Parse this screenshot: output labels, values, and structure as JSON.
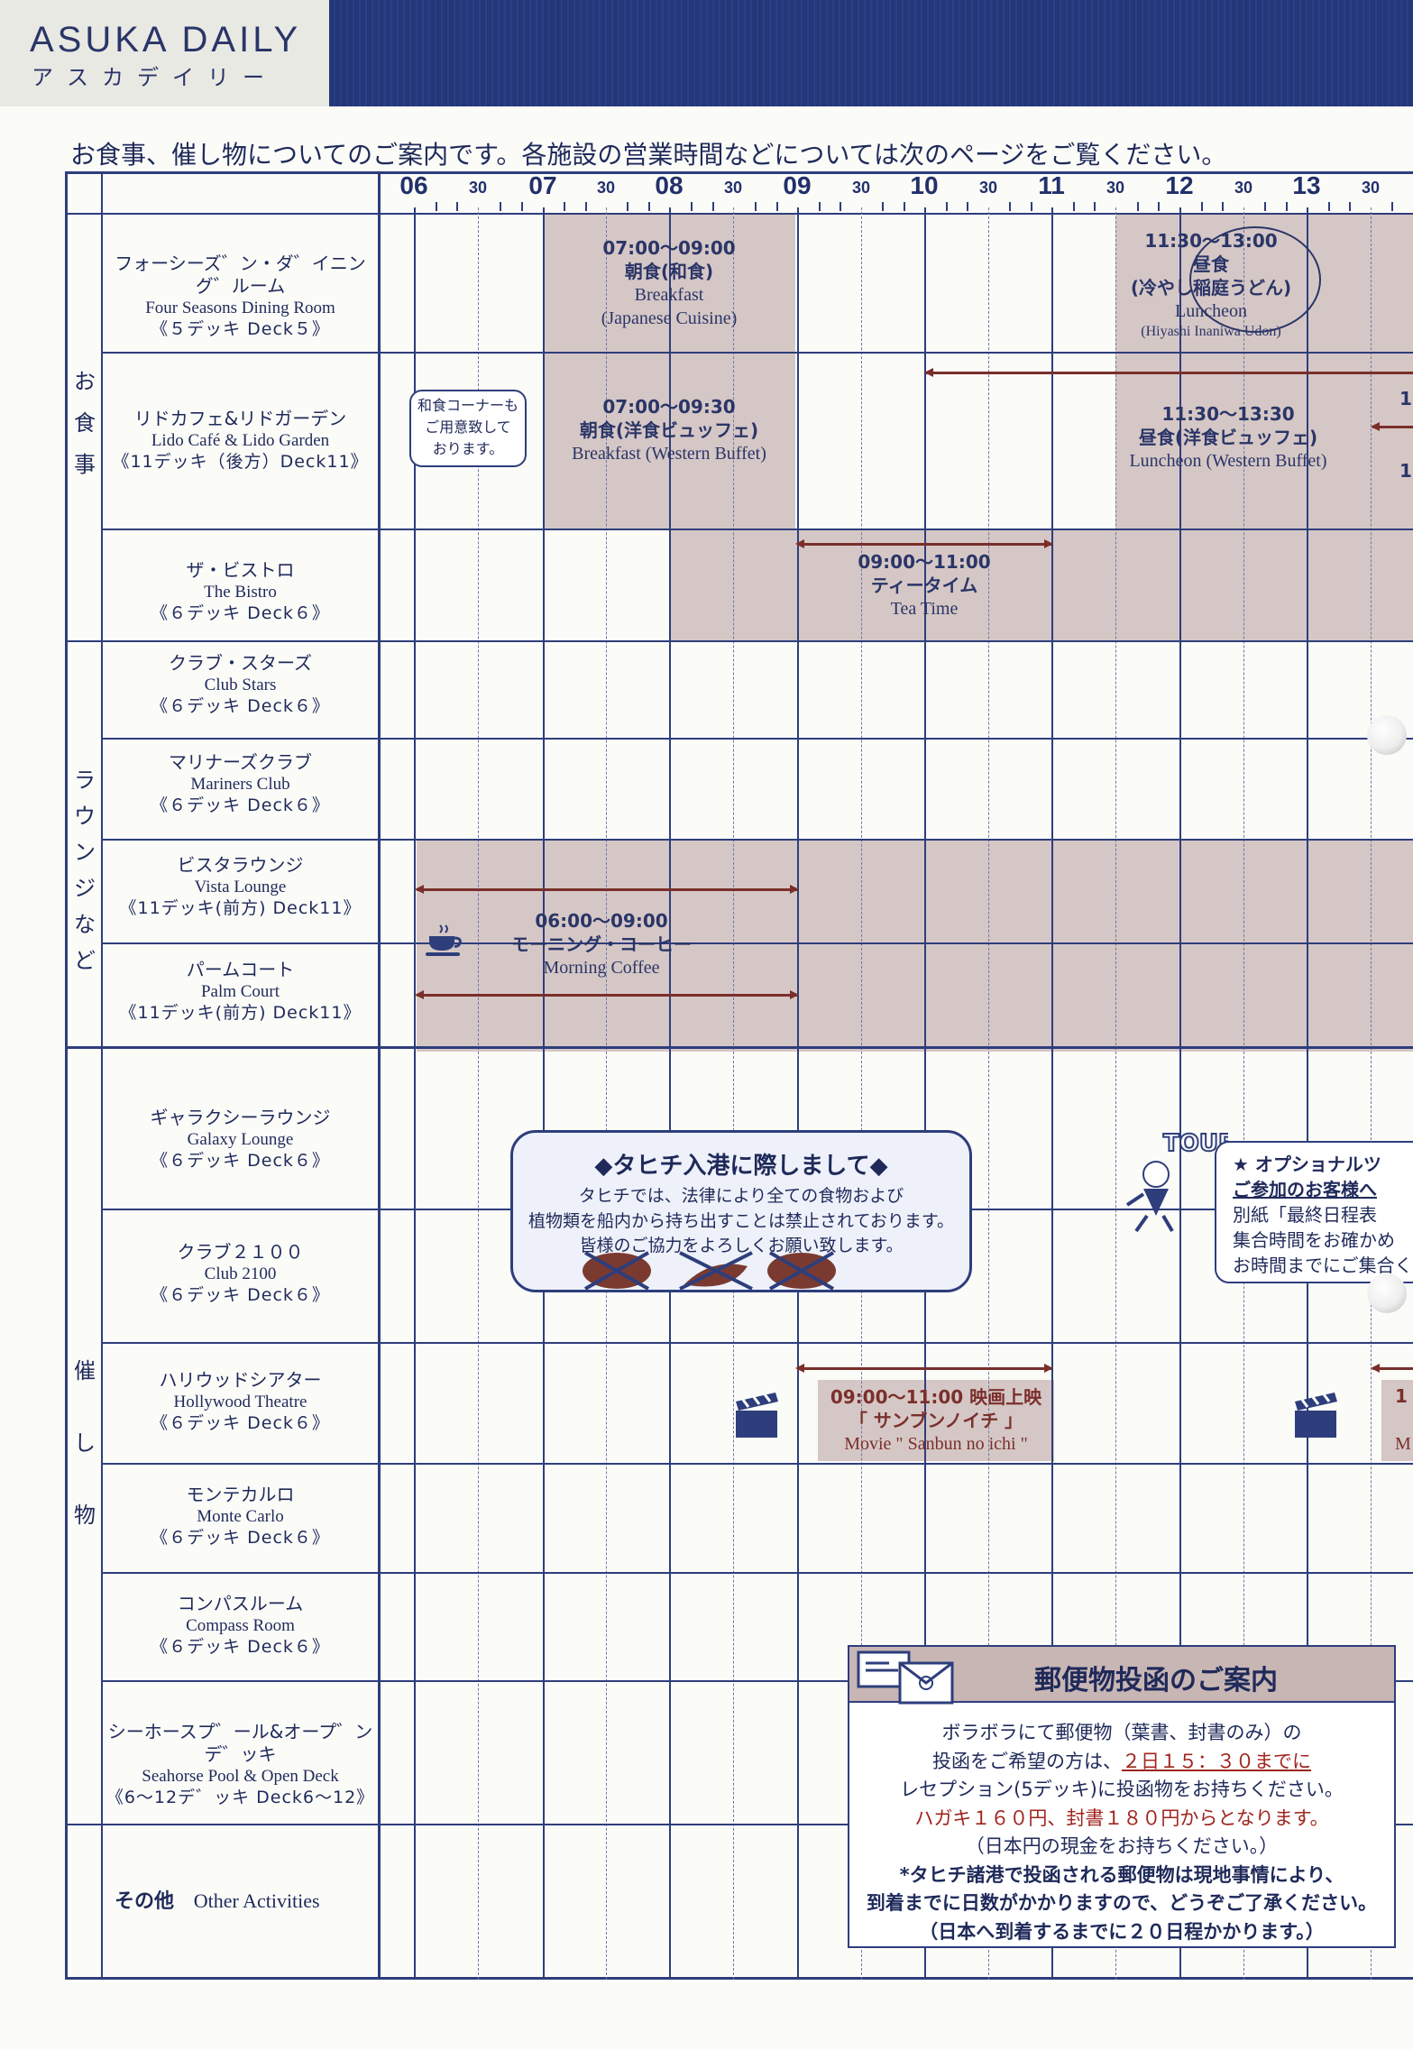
{
  "header": {
    "title": "ASUKA DAILY",
    "subtitle": "アスカデイリー"
  },
  "intro": "お食事、催し物についてのご案内です。各施設の営業時間などについては次のページをご覧ください。",
  "timeline": {
    "hours": [
      "06",
      "07",
      "08",
      "09",
      "10",
      "11",
      "12",
      "13"
    ],
    "half_label": "30"
  },
  "categories": {
    "dining": [
      "お",
      "食",
      "事"
    ],
    "lounge": [
      "ラ",
      "ウ",
      "ン",
      "ジ",
      "な",
      "ど"
    ],
    "events": [
      "催",
      "し",
      "物"
    ]
  },
  "venues": [
    {
      "jp": "フォーシーズ゛ン・ダ゛イニング゛ルーム",
      "en": "Four Seasons Dining Room",
      "deck": "《５デッキ Deck５》"
    },
    {
      "jp": "リドカフェ&リドガーデン",
      "en": "Lido Café & Lido Garden",
      "deck": "《11デッキ（後方）Deck11》"
    },
    {
      "jp": "ザ・ビストロ",
      "en": "The Bistro",
      "deck": "《６デッキ Deck６》"
    },
    {
      "jp": "クラブ・スターズ",
      "en": "Club Stars",
      "deck": "《６デッキ Deck６》"
    },
    {
      "jp": "マリナーズクラブ",
      "en": "Mariners Club",
      "deck": "《６デッキ Deck６》"
    },
    {
      "jp": "ビスタラウンジ",
      "en": "Vista Lounge",
      "deck": "《11デッキ(前方) Deck11》"
    },
    {
      "jp": "パームコート",
      "en": "Palm Court",
      "deck": "《11デッキ(前方) Deck11》"
    },
    {
      "jp": "ギャラクシーラウンジ",
      "en": "Galaxy Lounge",
      "deck": "《６デッキ Deck６》"
    },
    {
      "jp": "クラブ２１００",
      "en": "Club 2100",
      "deck": "《６デッキ Deck６》"
    },
    {
      "jp": "ハリウッドシアター",
      "en": "Hollywood Theatre",
      "deck": "《６デッキ Deck６》"
    },
    {
      "jp": "モンテカルロ",
      "en": "Monte Carlo",
      "deck": "《６デッキ Deck６》"
    },
    {
      "jp": "コンパスルーム",
      "en": "Compass Room",
      "deck": "《６デッキ Deck６》"
    },
    {
      "jp": "シーホースプ゛ール&オープ゛ンデ゛ッキ",
      "en": "Seahorse Pool & Open Deck",
      "deck": "《6～12デ゛ッキ Deck6～12》"
    }
  ],
  "other": {
    "jp": "その他",
    "en": "Other Activities"
  },
  "events": {
    "fs_breakfast": {
      "time": "07:00～09:00",
      "jp": "朝食(和食)",
      "en1": "Breakfast",
      "en2": "(Japanese Cuisine)"
    },
    "fs_lunch": {
      "time": "11:30～13:00",
      "jp1": "昼食",
      "jp2": "(冷やし稲庭うどん)",
      "en1": "Luncheon",
      "en2": "(Hiyashi Inaniwa Udon)"
    },
    "lido_note": [
      "和食コーナーも",
      "ご用意致して",
      "おります。"
    ],
    "lido_breakfast": {
      "time": "07:00～09:30",
      "jp": "朝食(洋食ビュッフェ)",
      "en": "Breakfast (Western Buffet)"
    },
    "lido_lunch": {
      "time": "11:30～13:30",
      "jp": "昼食(洋食ビュッフェ)",
      "en": "Luncheon (Western Buffet)"
    },
    "lido_cut1": "1",
    "lido_cut2": "1",
    "bistro_tea": {
      "time": "09:00～11:00",
      "jp": "ティータイム",
      "en": "Tea Time"
    },
    "coffee": {
      "time": "06:00～09:00",
      "jp": "モーニング・コーヒー",
      "en": "Morning Coffee"
    },
    "tahiti": {
      "title": "◆タヒチ入港に際しまして◆",
      "lines": [
        "タヒチでは、法律により全ての食物および",
        "植物類を船内から持ち出すことは禁止されております。",
        "皆様のご協力をよろしくお願い致します。"
      ]
    },
    "tour": {
      "badge": "TOUR",
      "lines": [
        "★ オプショナルツ",
        "ご参加のお客様へ",
        "別紙「最終日程表",
        "集合時間をお確かめ",
        "お時間までにご集合く"
      ]
    },
    "movie": {
      "time_title": "09:00～11:00 映画上映",
      "jp": "「 サンブンノイチ 」",
      "en": "Movie \" Sanbun no ichi \""
    },
    "movie_cut1": "1",
    "movie_cut2": "M"
  },
  "mail": {
    "title": "郵便物投函のご案内",
    "line1": "ボラボラにて郵便物（葉書、封書のみ）の",
    "line2a": "投函をご希望の方は、",
    "line2b": "２日１５：３０までに",
    "line3": "レセプション(5デッキ)に投函物をお持ちください。",
    "line4": "ハガキ１６０円、封書１８０円からとなります。",
    "line5": "（日本円の現金をお持ちください。）",
    "line6": "*タヒチ諸港で投函される郵便物は現地事情により、",
    "line7": "到着までに日数がかかりますので、どうぞご了承ください。",
    "line8": "（日本へ到着するまでに２０日程かかります。）"
  },
  "colors": {
    "navy": "#233779",
    "shade": "#c8b6b4",
    "arrow": "#7a2f2b",
    "accent_red": "#a0241e"
  }
}
